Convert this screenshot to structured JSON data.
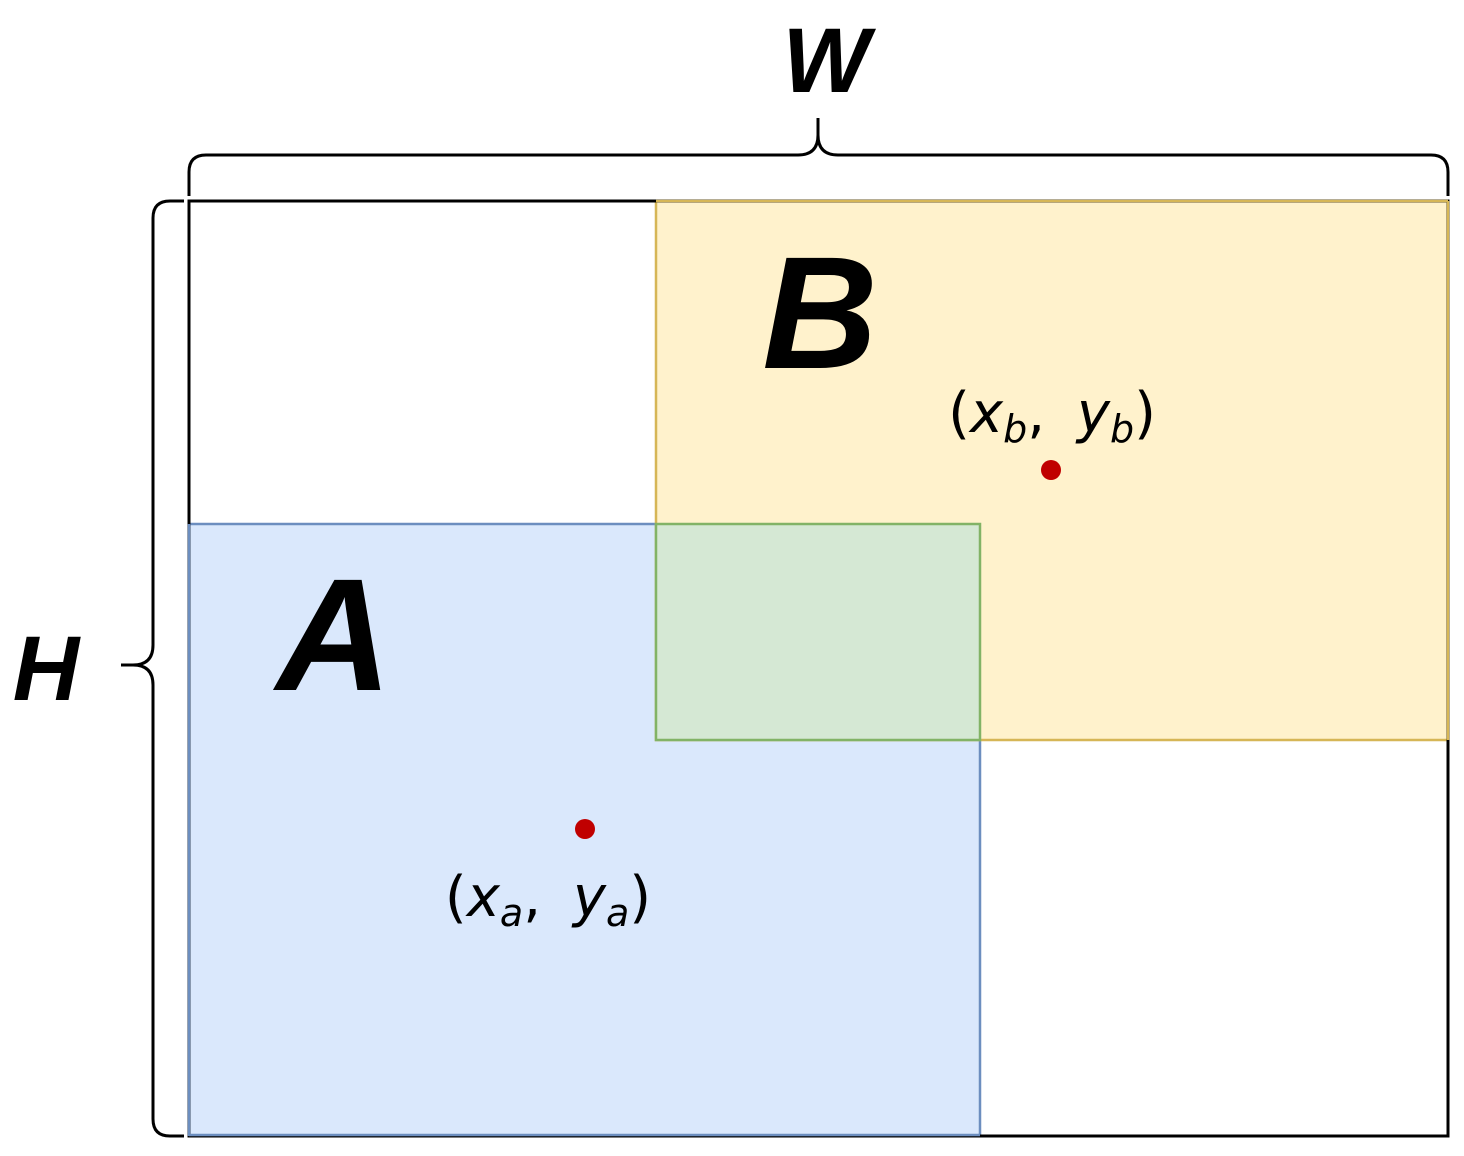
{
  "labels": {
    "width": "W",
    "height": "H",
    "box_a": "A",
    "box_b": "B"
  },
  "points": {
    "a": {
      "open": "(",
      "x": "x",
      "x_sub": "a",
      "sep": ",",
      "y": "y",
      "y_sub": "a",
      "close": ")"
    },
    "b": {
      "open": "(",
      "x": "x",
      "x_sub": "b",
      "sep": ",",
      "y": "y",
      "y_sub": "b",
      "close": ")"
    }
  },
  "colors": {
    "box_a_fill": "#dae8fc",
    "box_a_stroke": "#6c8ebf",
    "box_b_fill": "#fff2cc",
    "box_b_stroke": "#d6b656",
    "overlap_fill": "#d5e8d4",
    "overlap_stroke": "#82b366",
    "center_point": "#c00000",
    "frame": "#000000"
  }
}
